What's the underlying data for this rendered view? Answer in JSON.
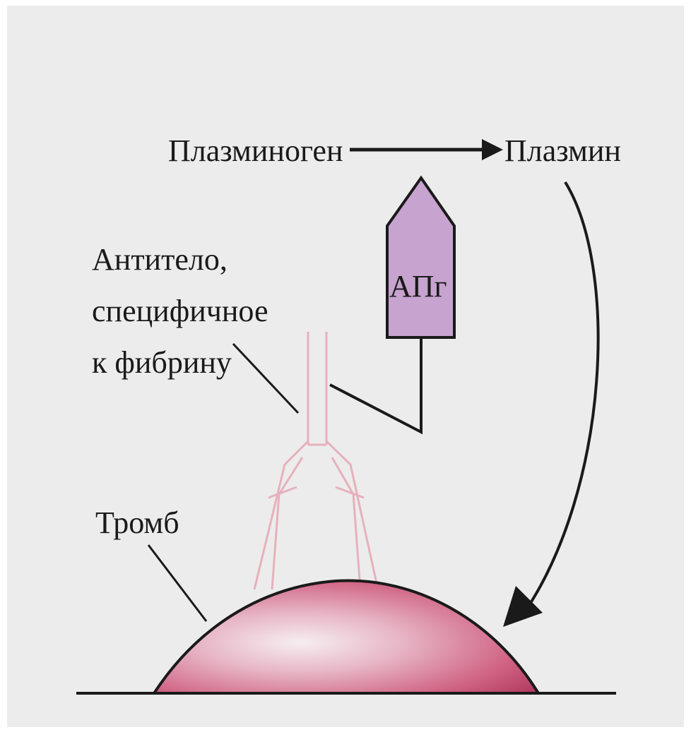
{
  "labels": {
    "plasminogen": "Плазминоген",
    "plasmin": "Плазмин",
    "apg": "АПг",
    "antibody_line1": "Антитело,",
    "antibody_line2": "специфичное",
    "antibody_line3": "к фибрину",
    "thrombus": "Тромб"
  },
  "colors": {
    "background": "#ececec",
    "apg_fill": "#c7a3cf",
    "antibody_stroke": "#e6a7b4",
    "thrombus_light": "#f3e0e6",
    "thrombus_dark": "#c84a6e",
    "line": "#1a1a1a"
  }
}
